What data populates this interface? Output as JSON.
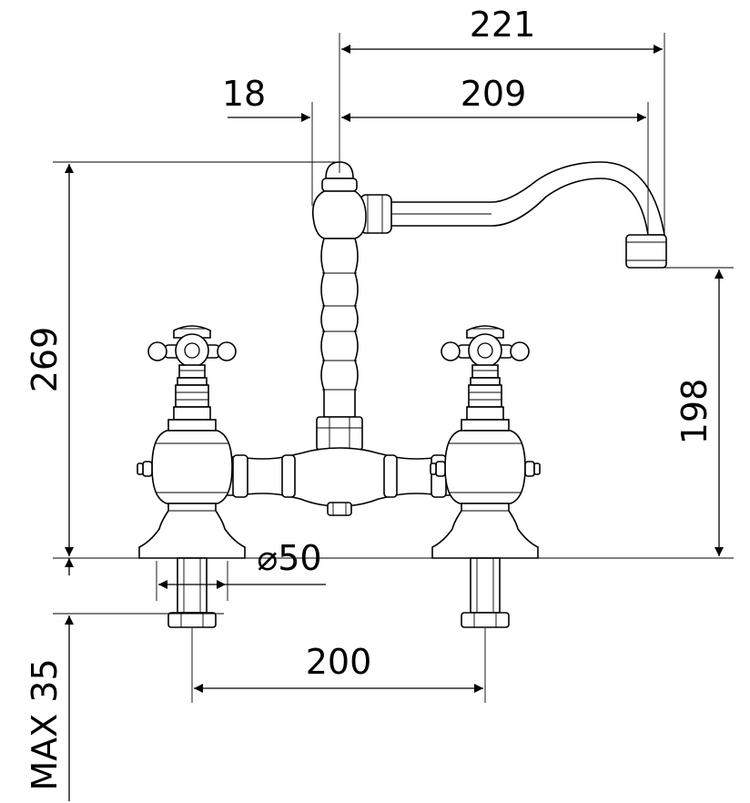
{
  "drawing": {
    "dimensions": {
      "total_reach": "221",
      "spout_offset": "18",
      "spout_reach": "209",
      "total_height": "269",
      "spout_height": "198",
      "base_diameter": "⌀50",
      "tap_centres": "200",
      "max_deck_thickness": "MAX 35"
    }
  }
}
